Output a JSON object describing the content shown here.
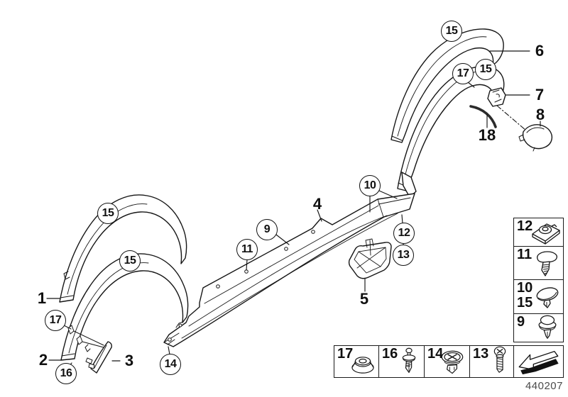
{
  "diagram": {
    "doc_number": "440207",
    "callouts": {
      "circled": [
        {
          "label": "15"
        },
        {
          "label": "17"
        },
        {
          "label": "15"
        },
        {
          "label": "15"
        },
        {
          "label": "15"
        },
        {
          "label": "17"
        },
        {
          "label": "16"
        },
        {
          "label": "14"
        },
        {
          "label": "9"
        },
        {
          "label": "11"
        },
        {
          "label": "10"
        },
        {
          "label": "12"
        },
        {
          "label": "13"
        }
      ],
      "plain": [
        {
          "label": "1"
        },
        {
          "label": "2"
        },
        {
          "label": "3"
        },
        {
          "label": "4"
        },
        {
          "label": "5"
        },
        {
          "label": "6"
        },
        {
          "label": "7"
        },
        {
          "label": "8"
        },
        {
          "label": "18"
        }
      ]
    },
    "legend": {
      "column": [
        {
          "labels": [
            "12"
          ],
          "icon": "grommet-plate-nut-icon"
        },
        {
          "labels": [
            "11"
          ],
          "icon": "expanding-rivet-clip-icon"
        },
        {
          "labels": [
            "10",
            "15"
          ],
          "icon": "oval-head-clip-icon"
        },
        {
          "labels": [
            "9"
          ],
          "icon": "dome-head-clip-icon"
        }
      ],
      "row": [
        {
          "labels": [
            "17"
          ],
          "icon": "grommet-nut-icon"
        },
        {
          "labels": [
            "16"
          ],
          "icon": "blind-rivet-pin-icon"
        },
        {
          "labels": [
            "14"
          ],
          "icon": "phillips-clip-rivet-icon"
        },
        {
          "labels": [
            "13"
          ],
          "icon": "phillips-screw-icon"
        }
      ],
      "arrow": {
        "icon": "front-direction-arrow-icon"
      }
    }
  }
}
